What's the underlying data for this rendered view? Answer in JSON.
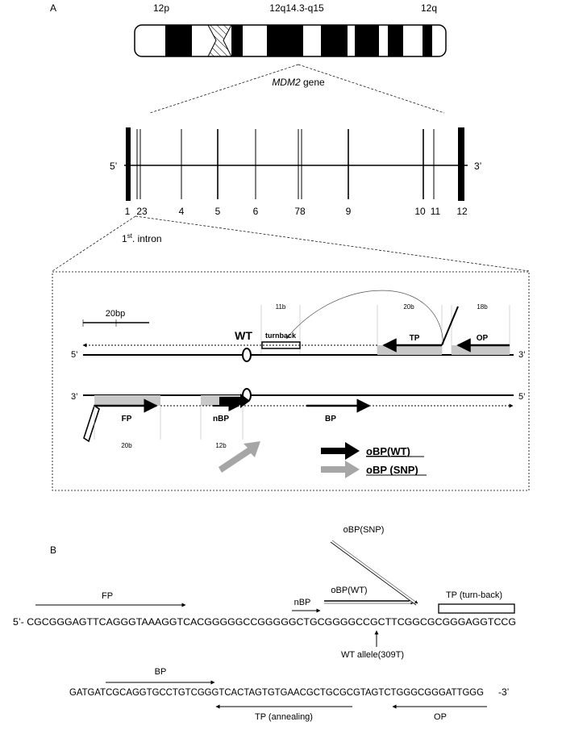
{
  "panel_a": {
    "label": "A",
    "chromosome": {
      "p_arm": "12p",
      "band": "12q14.3-q15",
      "q_arm": "12q"
    },
    "gene_label_italic": "MDM2",
    "gene_label_suffix": " gene",
    "five_prime": "5’",
    "three_prime": "3’",
    "exon_labels": [
      "1",
      "23",
      "4",
      "5",
      "6",
      "78",
      "9",
      "10",
      "11",
      "12"
    ],
    "intron_label_sup": "st",
    "intron_label_prefix": "1",
    "intron_label_suffix": ". intron",
    "detail": {
      "scale_label": "20bp",
      "top_strand_5": "5’",
      "top_strand_3": "3’",
      "bottom_strand_3": "3’",
      "bottom_strand_5": "5’",
      "len_turnback": "11b",
      "len_tp": "20b",
      "len_op": "18b",
      "len_fp": "20b",
      "len_nbp": "12b",
      "wt_label": "WT",
      "turnback_label": "turnback",
      "tp_label": "TP",
      "op_label": "OP",
      "fp_label": "FP",
      "nbp_label": "nBP",
      "bp_label": "BP",
      "legend_wt": "oBP(WT)",
      "legend_snp": "oBP (SNP)"
    }
  },
  "panel_b": {
    "label": "B",
    "obp_snp": "oBP(SNP)",
    "fp": "FP",
    "nbp": "nBP",
    "obp_wt": "oBP(WT)",
    "tp_turnback": "TP (turn-back)",
    "seq1": "5’- CGCGGGAGTTCAGGGTAAAGGTCACGGGGGCCGGGGGCTGCGGGGCCGCTTCGGCGCGGGAGGTCCG",
    "wt_allele": "WT allele(309T)",
    "bp": "BP",
    "seq2": "GATGATCGCAGGTGCCTGTCGGGTCACTAGTGTGAACGCTGCGCGTAGTCTGGGCGGGATTGGG",
    "seq2_end": "-3’",
    "tp_annealing": "TP (annealing)",
    "op": "OP"
  },
  "colors": {
    "black": "#000000",
    "gray_box": "#c8c8c8",
    "gray_arrow": "#a6a6a6"
  }
}
